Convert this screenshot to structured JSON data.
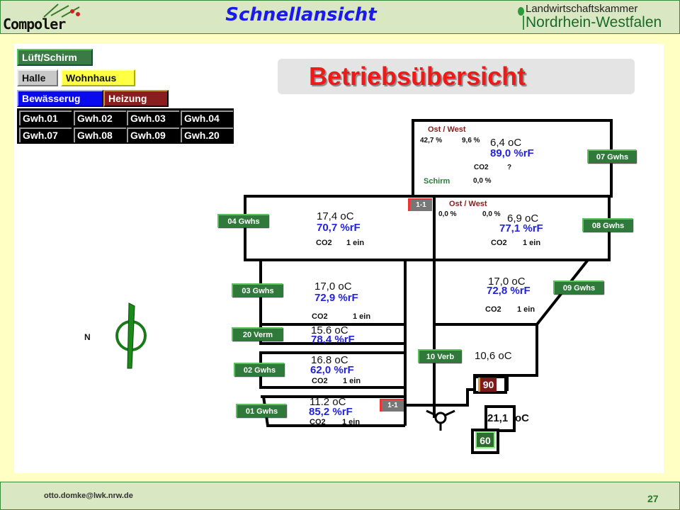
{
  "header": {
    "logo": "Compoler",
    "title": "Schnellansicht",
    "org_line1": "Landwirtschaftskammer",
    "org_line2": "Nordrhein-Westfalen"
  },
  "nav": {
    "lueft": "Lüft/Schirm",
    "halle": "Halle",
    "wohnhaus": "Wohnhaus",
    "bewaesserung": "Bewässerug",
    "heizung": "Heizung",
    "gwh": [
      "Gwh.01",
      "Gwh.02",
      "Gwh.03",
      "Gwh.04",
      "Gwh.07",
      "Gwh.08",
      "Gwh.09",
      "Gwh.20"
    ]
  },
  "page_title": "Betriebsübersicht",
  "compass": "N",
  "zones": {
    "g07": {
      "tag": "07 Gwhs",
      "ost_west": "Ost  / West",
      "ost": "42,7 %",
      "west": "9,6 %",
      "temp": "6,4 oC",
      "hum": "89,0 %rF",
      "co2_label": "CO2",
      "co2": "?",
      "schirm_label": "Schirm",
      "schirm": "0,0 %"
    },
    "g08": {
      "tag": "08 Gwhs",
      "ost_west": "Ost  / West",
      "ost": "0,0 %",
      "west": "0,0 %",
      "temp": "6,9 oC",
      "hum": "77,1 %rF",
      "co2_label": "CO2",
      "co2": "1 ein",
      "badge": "1-1"
    },
    "g04": {
      "tag": "04 Gwhs",
      "temp": "17,4 oC",
      "hum": "70,7 %rF",
      "co2_label": "CO2",
      "co2": "1 ein"
    },
    "g03": {
      "tag": "03 Gwhs",
      "temp": "17,0 oC",
      "hum": "72,9 %rF",
      "co2_label": "CO2",
      "co2": "1 ein"
    },
    "g09": {
      "tag": "09 Gwhs",
      "temp": "17,0 oC",
      "hum": "72,8 %rF",
      "co2_label": "CO2",
      "co2": "1 ein"
    },
    "g20": {
      "tag": "20 Verm",
      "temp": "15.6 oC",
      "hum": "78,4 %rF"
    },
    "g10": {
      "tag": "10 Verb",
      "temp": "10,6 oC"
    },
    "g02": {
      "tag": "02 Gwhs",
      "temp": "16.8 oC",
      "hum": "62,0 %rF",
      "co2_label": "CO2",
      "co2": "1 ein"
    },
    "g01": {
      "tag": "01 Gwhs",
      "temp": "11.2 oC",
      "hum": "85,2 %rF",
      "co2_label": "CO2",
      "co2": "1 ein",
      "badge": "1-1"
    }
  },
  "heating": {
    "supply": "90",
    "return": "60",
    "outside": "21,1",
    "outside_unit": "oC"
  },
  "footer": {
    "email": "otto.domke@lwk.nrw.de",
    "page": "27"
  }
}
